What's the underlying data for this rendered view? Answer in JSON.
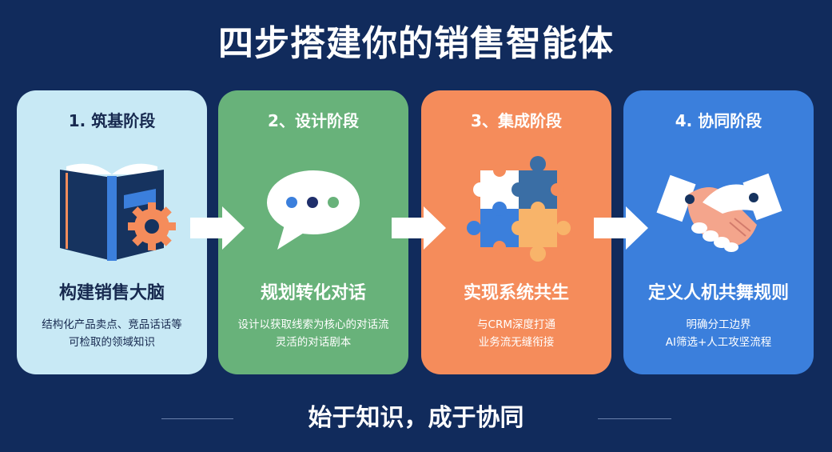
{
  "title": "四步搭建你的销售智能体",
  "colors": {
    "background": "#112b5c",
    "stage1": "#c8e9f5",
    "stage2": "#68b27a",
    "stage3": "#f58c5b",
    "stage4": "#3b7fdc",
    "arrow": "#ffffff"
  },
  "stages": [
    {
      "label": "1. 筑基阶段",
      "icon": "book-gear-icon",
      "heading": "构建销售大脑",
      "desc_lines": [
        "结构化产品卖点、竞品话话等",
        "可检取的领域知识"
      ]
    },
    {
      "label": "2、设计阶段",
      "icon": "chat-bubble-icon",
      "heading": "规划转化对话",
      "desc_lines": [
        "设计以获取线索为核心的对话流",
        "灵活的对话剧本"
      ]
    },
    {
      "label": "3、集成阶段",
      "icon": "puzzle-icon",
      "heading": "实现系统共生",
      "desc_lines": [
        "与CRM深度打通",
        "业务流无缝衔接"
      ]
    },
    {
      "label": "4. 协同阶段",
      "icon": "handshake-icon",
      "heading": "定义人机共舞规则",
      "desc_lines": [
        "明确分工边界",
        "AI筛选+人工攻坚流程"
      ]
    }
  ],
  "footer": "始于知识，成于协同"
}
